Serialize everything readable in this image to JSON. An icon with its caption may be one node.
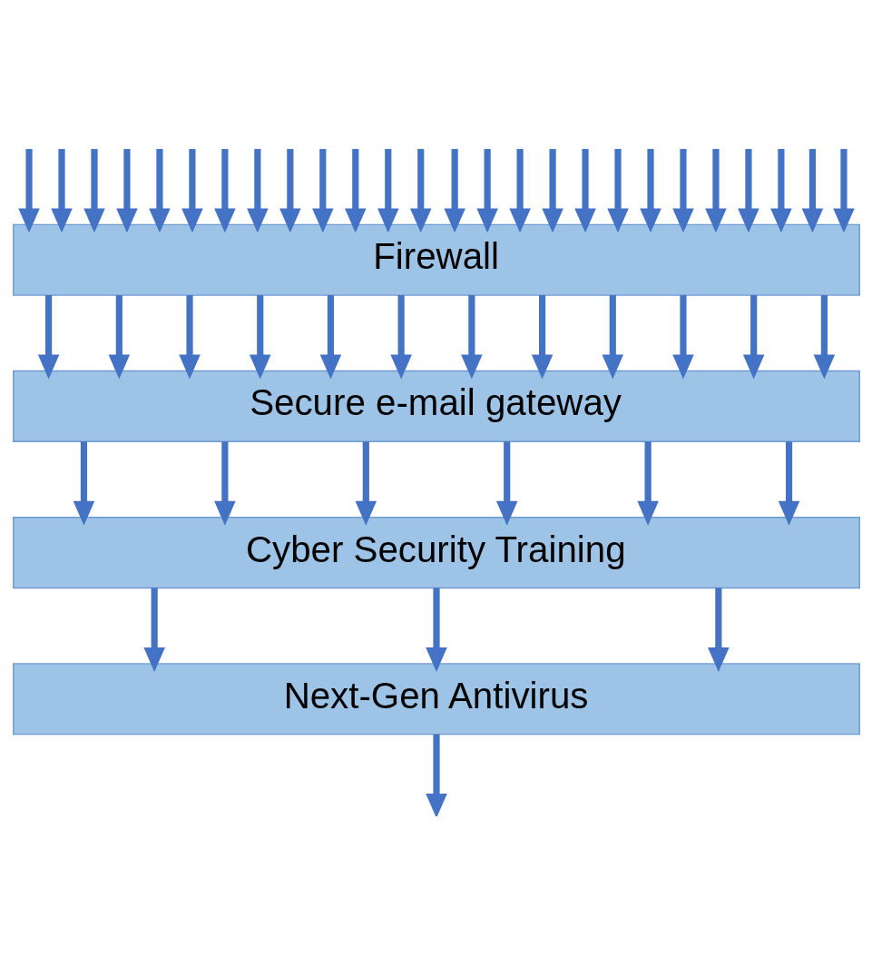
{
  "diagram": {
    "nodes": [
      {
        "text": [
          "Firewall"
        ]
      },
      {
        "text": [
          "Secure e-mail gateway"
        ]
      },
      {
        "text": [
          "Cyber Security Training"
        ]
      },
      {
        "text": [
          "Next-Gen Antivirus"
        ]
      }
    ],
    "edges": [
      {
        "from": null,
        "to": 0,
        "arrow": "to"
      },
      {
        "from": null,
        "to": 0,
        "arrow": "to"
      },
      {
        "from": null,
        "to": 0,
        "arrow": "to"
      },
      {
        "from": null,
        "to": 0,
        "arrow": "to"
      },
      {
        "from": null,
        "to": 0,
        "arrow": "to"
      },
      {
        "from": null,
        "to": 0,
        "arrow": "to"
      },
      {
        "from": null,
        "to": 0,
        "arrow": "to"
      },
      {
        "from": null,
        "to": 0,
        "arrow": "to"
      },
      {
        "from": null,
        "to": 0,
        "arrow": "to"
      },
      {
        "from": null,
        "to": 0,
        "arrow": "to"
      },
      {
        "from": null,
        "to": 0,
        "arrow": "to"
      },
      {
        "from": null,
        "to": 0,
        "arrow": "to"
      },
      {
        "from": null,
        "to": 0,
        "arrow": "to"
      },
      {
        "from": null,
        "to": 0,
        "arrow": "to"
      },
      {
        "from": null,
        "to": 0,
        "arrow": "to"
      },
      {
        "from": null,
        "to": 0,
        "arrow": "to"
      },
      {
        "from": null,
        "to": 0,
        "arrow": "to"
      },
      {
        "from": null,
        "to": 0,
        "arrow": "to"
      },
      {
        "from": null,
        "to": 0,
        "arrow": "to"
      },
      {
        "from": null,
        "to": 0,
        "arrow": "to"
      },
      {
        "from": null,
        "to": 0,
        "arrow": "to"
      },
      {
        "from": null,
        "to": 0,
        "arrow": "to"
      },
      {
        "from": null,
        "to": 0,
        "arrow": "to"
      },
      {
        "from": null,
        "to": 0,
        "arrow": "to"
      },
      {
        "from": null,
        "to": 0,
        "arrow": "to"
      },
      {
        "from": null,
        "to": 0,
        "arrow": "to"
      },
      {
        "from": 0,
        "to": 1,
        "arrow": "to"
      },
      {
        "from": 0,
        "to": 1,
        "arrow": "to"
      },
      {
        "from": 0,
        "to": 1,
        "arrow": "to"
      },
      {
        "from": 0,
        "to": 1,
        "arrow": "to"
      },
      {
        "from": 0,
        "to": 1,
        "arrow": "to"
      },
      {
        "from": 0,
        "to": 1,
        "arrow": "to"
      },
      {
        "from": 0,
        "to": 1,
        "arrow": "to"
      },
      {
        "from": 0,
        "to": 1,
        "arrow": "to"
      },
      {
        "from": 0,
        "to": 1,
        "arrow": "to"
      },
      {
        "from": 0,
        "to": 1,
        "arrow": "to"
      },
      {
        "from": 0,
        "to": 1,
        "arrow": "to"
      },
      {
        "from": 0,
        "to": 1,
        "arrow": "to"
      },
      {
        "from": 1,
        "to": 2,
        "arrow": "to"
      },
      {
        "from": 1,
        "to": 2,
        "arrow": "to"
      },
      {
        "from": 1,
        "to": 2,
        "arrow": "to"
      },
      {
        "from": 1,
        "to": 2,
        "arrow": "to"
      },
      {
        "from": 1,
        "to": 2,
        "arrow": "to"
      },
      {
        "from": 1,
        "to": 2,
        "arrow": "to"
      },
      {
        "from": 2,
        "to": 3,
        "arrow": "to"
      },
      {
        "from": 2,
        "to": 3,
        "arrow": "to"
      },
      {
        "from": 2,
        "to": 3,
        "arrow": "to"
      },
      {
        "from": 3,
        "to": null,
        "arrow": "to"
      }
    ]
  }
}
